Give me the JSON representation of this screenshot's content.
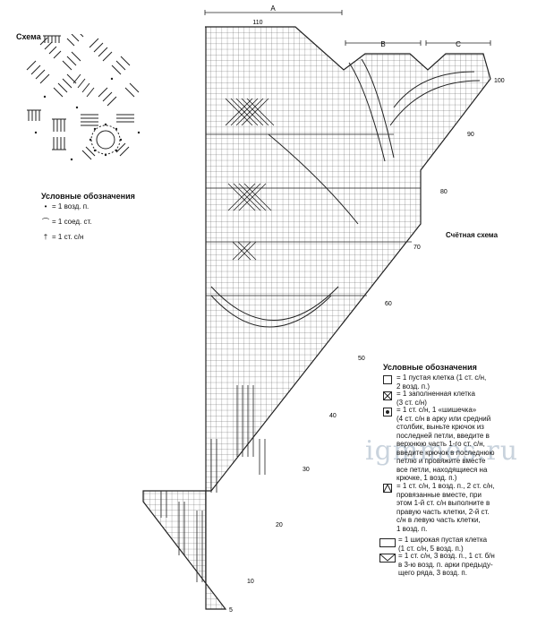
{
  "scheme_title": "Схема",
  "legend_small": {
    "title": "Условные обозначения",
    "items": [
      {
        "symbol": "dot",
        "text": "= 1 возд. п."
      },
      {
        "symbol": "arc",
        "text": "= 1 соед. ст."
      },
      {
        "symbol": "cross",
        "text": "= 1 ст. с/н"
      }
    ]
  },
  "chart_title": "Счётная схема",
  "section_labels": [
    "A",
    "B",
    "C"
  ],
  "top_count": "110",
  "row_numbers": [
    "5",
    "10",
    "20",
    "30",
    "40",
    "50",
    "60",
    "70",
    "80",
    "90",
    "100"
  ],
  "watermark": "igmmes.ru",
  "legend_large": {
    "title": "Условные обозначения",
    "items": [
      {
        "symbol": "empty",
        "lines": [
          "= 1 пустая клетка (1 ст. с/н,",
          "2 возд. п.)"
        ]
      },
      {
        "symbol": "filled",
        "lines": [
          "= 1 заполненная клетка",
          "(3 ст. с/н)"
        ]
      },
      {
        "symbol": "dotted",
        "lines": [
          "= 1 ст. с/н, 1 «шишечка»",
          "(4 ст. с/н в арку или средний",
          "столбик, выньте крючок из",
          "последней петли, введите в",
          "верхнюю часть 1-го ст. с/н,",
          "введите крючок в последнюю",
          "петлю и провяжите вместе",
          "все петли, находящиеся на",
          "крючке, 1 возд. п.)"
        ]
      },
      {
        "symbol": "triangle",
        "lines": [
          "= 1 ст. с/н, 1 возд. п., 2 ст. с/н,",
          "провязанные вместе, при",
          "этом 1-й ст. с/н выполните в",
          "правую часть клетки, 2-й ст.",
          "с/н в левую часть клетки,",
          "1 возд. п."
        ]
      },
      {
        "symbol": "wide",
        "lines": [
          "= 1 широкая пустая клетка",
          "(1 ст. с/н, 5 возд. п.)"
        ]
      },
      {
        "symbol": "arch",
        "lines": [
          "= 1 ст. с/н, 3 возд. п., 1 ст. б/н",
          "в 3-ю возд. п. арки предыду-",
          "щего ряда, 3 возд. п."
        ]
      }
    ]
  }
}
